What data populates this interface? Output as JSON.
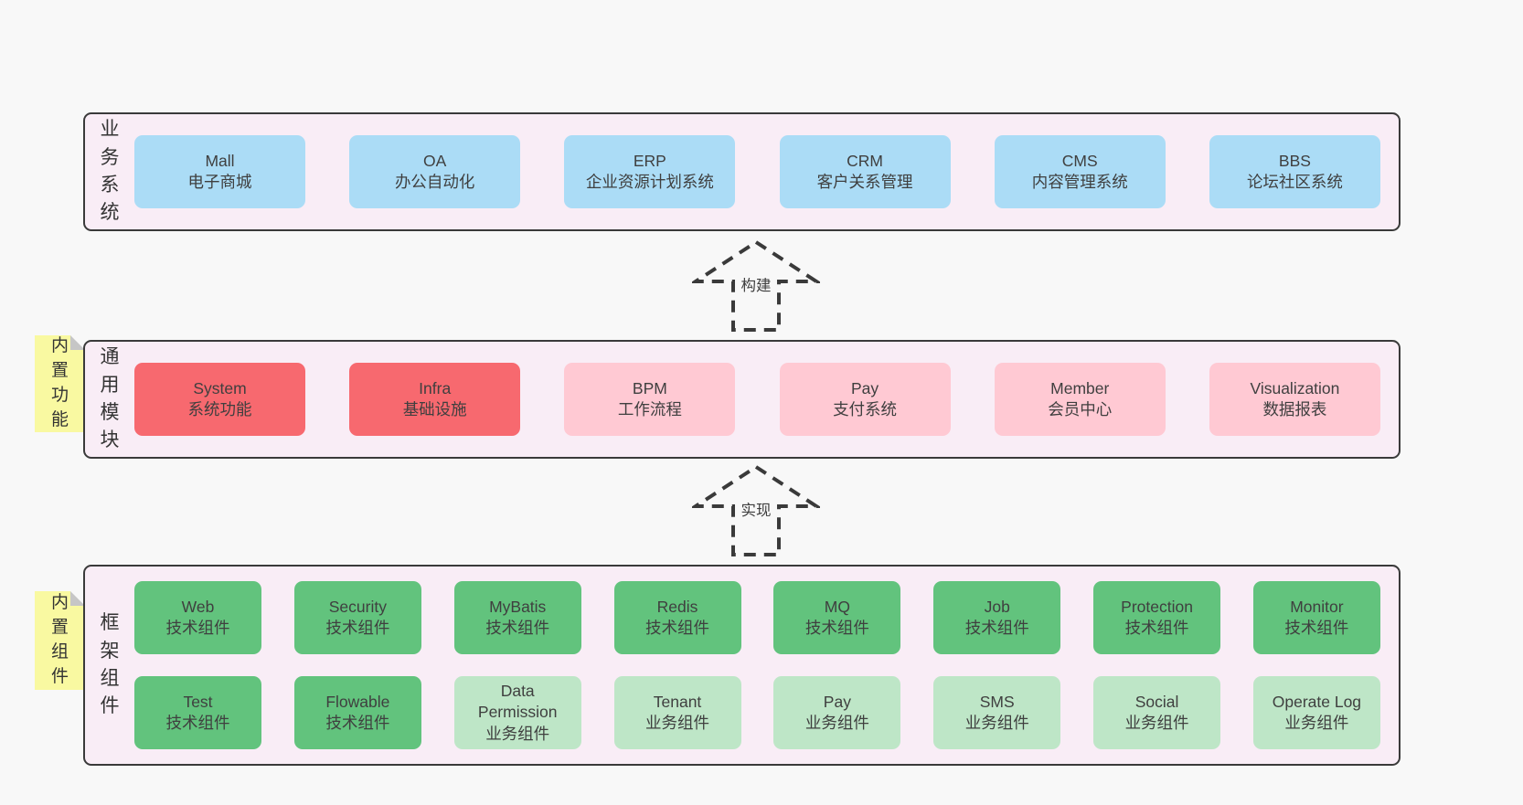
{
  "palette": {
    "page_bg": "#f8f8f8",
    "band_bg": "#f9edf6",
    "band_border": "#3a3a3a",
    "text": "#3f3f3f",
    "note_bg": "#f9f9a1",
    "blue": "#abdcf6",
    "red": "#f7696f",
    "pink": "#ffc9d3",
    "green": "#62c37d",
    "green-light": "#bee6c7"
  },
  "arrows": [
    {
      "label": "构建"
    },
    {
      "label": "实现"
    }
  ],
  "bands": {
    "business": {
      "label": "业务系统",
      "boxes": [
        {
          "name": "mall",
          "title": "Mall",
          "subtitle": "电子商城",
          "variant": "blue"
        },
        {
          "name": "oa",
          "title": "OA",
          "subtitle": "办公自动化",
          "variant": "blue"
        },
        {
          "name": "erp",
          "title": "ERP",
          "subtitle": "企业资源计划系统",
          "variant": "blue"
        },
        {
          "name": "crm",
          "title": "CRM",
          "subtitle": "客户关系管理",
          "variant": "blue"
        },
        {
          "name": "cms",
          "title": "CMS",
          "subtitle": "内容管理系统",
          "variant": "blue"
        },
        {
          "name": "bbs",
          "title": "BBS",
          "subtitle": "论坛社区系统",
          "variant": "blue"
        }
      ]
    },
    "modules": {
      "label": "通用模块",
      "note": "内置功能",
      "boxes": [
        {
          "name": "system",
          "title": "System",
          "subtitle": "系统功能",
          "variant": "red"
        },
        {
          "name": "infra",
          "title": "Infra",
          "subtitle": "基础设施",
          "variant": "red"
        },
        {
          "name": "bpm",
          "title": "BPM",
          "subtitle": "工作流程",
          "variant": "pink"
        },
        {
          "name": "pay",
          "title": "Pay",
          "subtitle": "支付系统",
          "variant": "pink"
        },
        {
          "name": "member",
          "title": "Member",
          "subtitle": "会员中心",
          "variant": "pink"
        },
        {
          "name": "visualization",
          "title": "Visualization",
          "subtitle": "数据报表",
          "variant": "pink"
        }
      ]
    },
    "components": {
      "label": "框架组件",
      "note": "内置组件",
      "row1": [
        {
          "name": "web",
          "title": "Web",
          "subtitle": "技术组件",
          "variant": "green"
        },
        {
          "name": "security",
          "title": "Security",
          "subtitle": "技术组件",
          "variant": "green"
        },
        {
          "name": "mybatis",
          "title": "MyBatis",
          "subtitle": "技术组件",
          "variant": "green"
        },
        {
          "name": "redis",
          "title": "Redis",
          "subtitle": "技术组件",
          "variant": "green"
        },
        {
          "name": "mq",
          "title": "MQ",
          "subtitle": "技术组件",
          "variant": "green"
        },
        {
          "name": "job",
          "title": "Job",
          "subtitle": "技术组件",
          "variant": "green"
        },
        {
          "name": "protection",
          "title": "Protection",
          "subtitle": "技术组件",
          "variant": "green"
        },
        {
          "name": "monitor",
          "title": "Monitor",
          "subtitle": "技术组件",
          "variant": "green"
        }
      ],
      "row2": [
        {
          "name": "test",
          "title": "Test",
          "subtitle": "技术组件",
          "variant": "green"
        },
        {
          "name": "flowable",
          "title": "Flowable",
          "subtitle": "技术组件",
          "variant": "green"
        },
        {
          "name": "data-permission",
          "title": "Data Permission",
          "subtitle": "业务组件",
          "variant": "green-light"
        },
        {
          "name": "tenant",
          "title": "Tenant",
          "subtitle": "业务组件",
          "variant": "green-light"
        },
        {
          "name": "pay-biz",
          "title": "Pay",
          "subtitle": "业务组件",
          "variant": "green-light"
        },
        {
          "name": "sms",
          "title": "SMS",
          "subtitle": "业务组件",
          "variant": "green-light"
        },
        {
          "name": "social",
          "title": "Social",
          "subtitle": "业务组件",
          "variant": "green-light"
        },
        {
          "name": "operate-log",
          "title": "Operate Log",
          "subtitle": "业务组件",
          "variant": "green-light"
        }
      ]
    }
  }
}
